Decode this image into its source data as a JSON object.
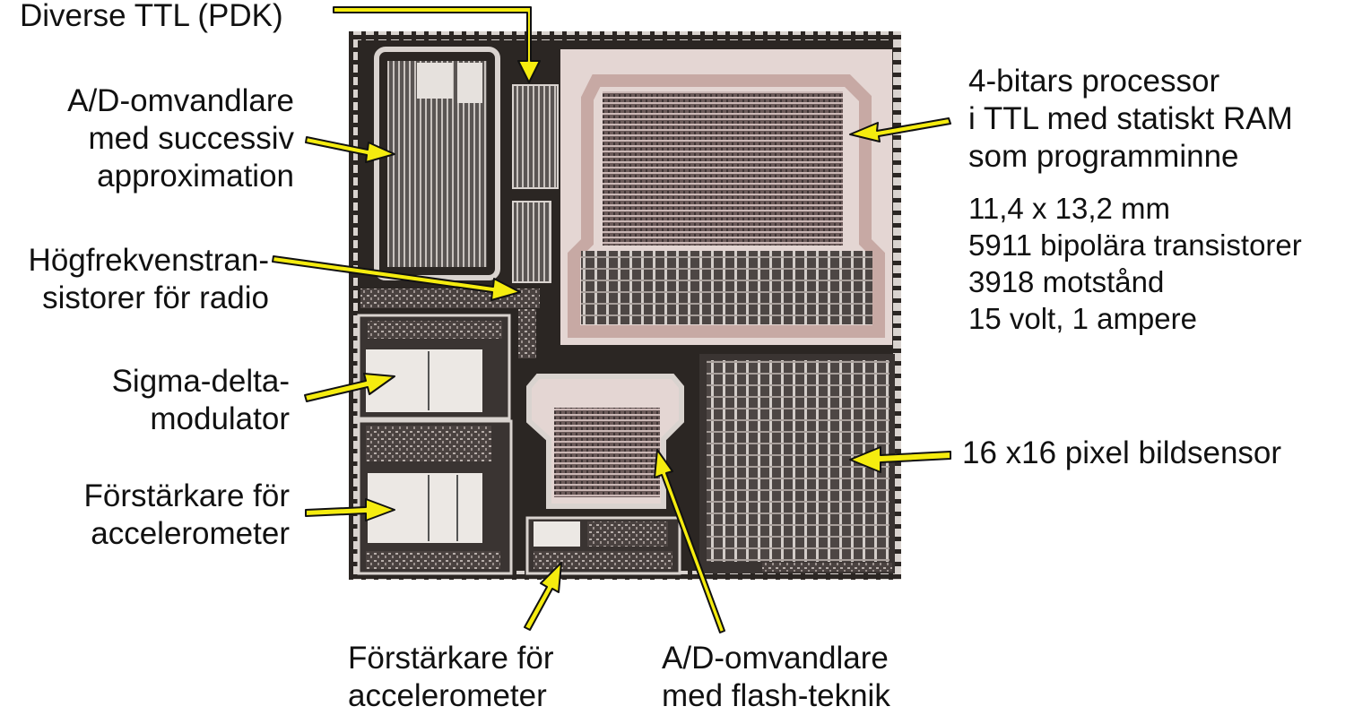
{
  "labels": {
    "diverse_ttl": [
      "Diverse TTL (PDK)"
    ],
    "ad_successive": [
      "A/D-omvandlare",
      "med successiv",
      "approximation"
    ],
    "hf_transistors": [
      "Högfrekvenstran-",
      "sistorer för radio"
    ],
    "sigma_delta": [
      "Sigma-delta-",
      "modulator"
    ],
    "amp_left": [
      "Förstärkare för",
      "accelerometer"
    ],
    "amp_bottom": [
      "Förstärkare för",
      "accelerometer"
    ],
    "ad_flash": [
      "A/D-omvandlare",
      "med flash-teknik"
    ],
    "processor": [
      "4-bitars processor",
      "i TTL med statiskt RAM",
      "som programminne"
    ],
    "specs": [
      "11,4 x 13,2 mm",
      "5911 bipolära transistorer",
      "3918 motstånd",
      "15 volt, 1 ampere"
    ],
    "image_sensor": [
      "16 x16 pixel bildsensor"
    ]
  },
  "colors": {
    "arrow": "#f5ec0f",
    "arrow_outline": "#111111",
    "die_background": "#2b2623",
    "die_metal": "#d8d2cc",
    "die_pink": "#d9b9b4"
  }
}
